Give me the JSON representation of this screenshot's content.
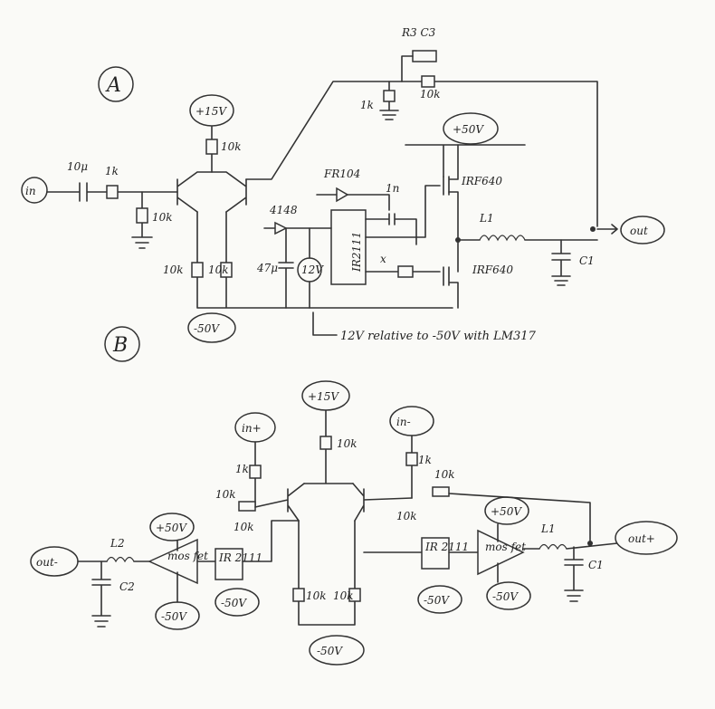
{
  "sections": {
    "a": "A",
    "b": "B"
  },
  "circuit_a": {
    "in": "in",
    "c_in": "10μ",
    "r_in": "1k",
    "r_bias": "10k",
    "v_pos15": "+15V",
    "r_tail": "10k",
    "r_load1": "10k",
    "r_load2": "10k",
    "v_neg50": "-50V",
    "rc_label": "R3 C3",
    "r_fb_small": "1k",
    "r_fb": "10k",
    "v_pos50": "+50V",
    "diode1": "FR104",
    "diode2": "4148",
    "cap_boot": "1n",
    "cap_supply": "47μ",
    "v12": "12V",
    "driver": "IR2111",
    "driver_pin": "x",
    "q_high": "IRF640",
    "q_low": "IRF640",
    "inductor": "L1",
    "cap_out": "C1",
    "out": "out",
    "note": "12V relative to -50V with LM317"
  },
  "circuit_b": {
    "v_pos15": "+15V",
    "r_tail": "10k",
    "in_plus": "in+",
    "in_minus": "in-",
    "r_in_plus": "1k",
    "r_in_minus": "1k",
    "r_fb_left": "10k",
    "r_bias_left": "10k",
    "r_fb_right": "10k",
    "r_bias_right": "10k",
    "r_load1": "10k",
    "r_load2": "10k",
    "v_neg50_bottom": "-50V",
    "out_minus": "out-",
    "l2": "L2",
    "c2": "C2",
    "mosfet_left": "mos fet",
    "v_pos50_left": "+50V",
    "v_neg50_left": "-50V",
    "driver_left": "IR 2111",
    "v_neg50_driver_left": "-50V",
    "driver_right": "IR 2111",
    "v_neg50_driver_right": "-50V",
    "mosfet_right": "mos fet",
    "v_pos50_right": "+50V",
    "v_neg50_right": "-50V",
    "l1": "L1",
    "c1": "C1",
    "out_plus": "out+"
  }
}
